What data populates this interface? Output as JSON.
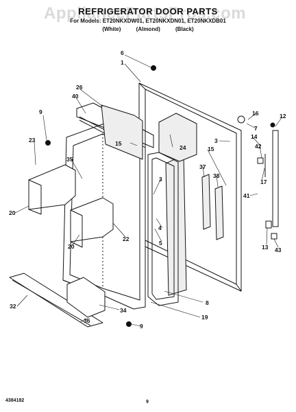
{
  "header": {
    "watermark": "AppliancePartsPros.com",
    "title": "REFRIGERATOR DOOR PARTS",
    "subtitle": "For Models: ET20NKXDW01, ET20NKXDN01, ET20NKXDB01",
    "variants": [
      "(White)",
      "(Almond)",
      "(Black)"
    ]
  },
  "callouts": [
    "6",
    "1",
    "26",
    "40",
    "9",
    "15",
    "24",
    "16",
    "7",
    "12",
    "3",
    "15",
    "14",
    "42",
    "23",
    "35",
    "3",
    "37",
    "38",
    "17",
    "41",
    "20",
    "4",
    "22",
    "20",
    "5",
    "13",
    "43",
    "32",
    "34",
    "36",
    "8",
    "19",
    "9"
  ],
  "footer": {
    "document_number": "4384182",
    "page_number": "9"
  }
}
